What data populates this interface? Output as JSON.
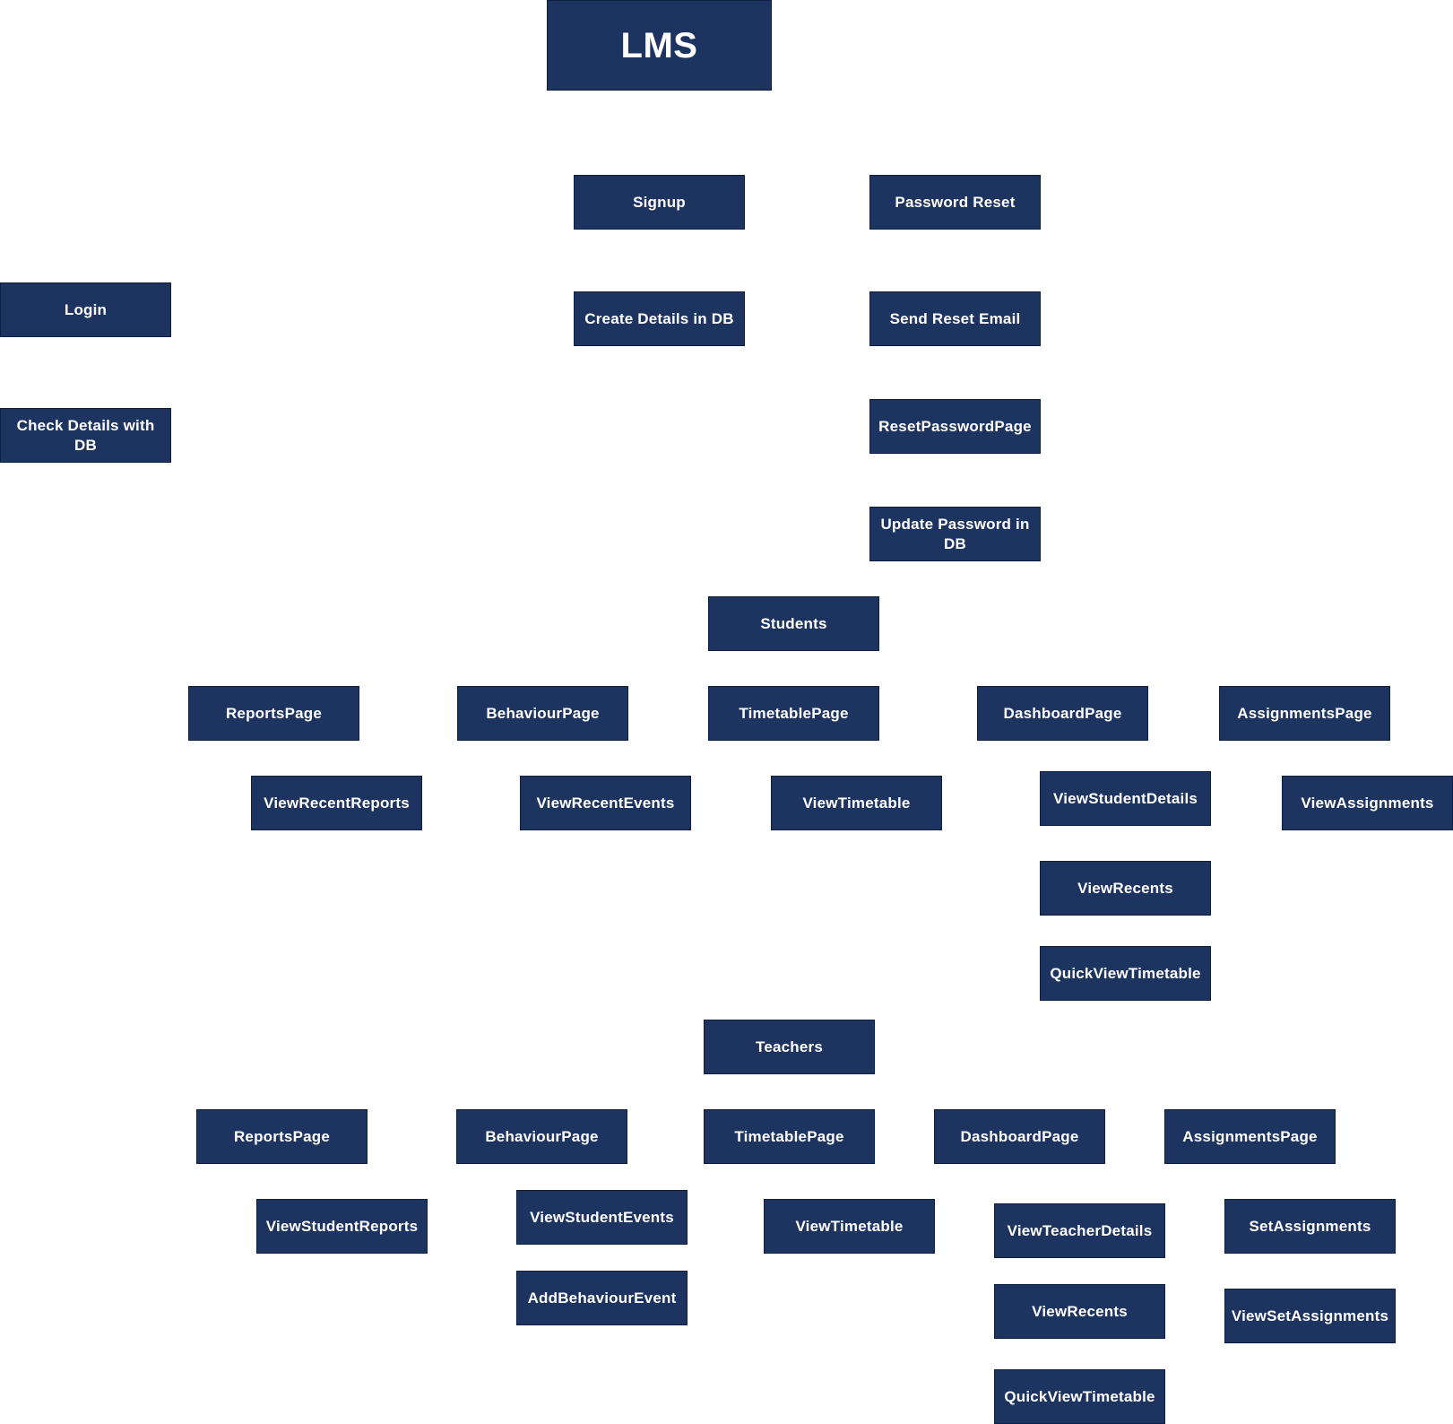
{
  "colors": {
    "node_fill": "#1d3461",
    "node_text": "#ffffff",
    "background": "#ffffff"
  },
  "root": {
    "label": "LMS"
  },
  "auth": {
    "signup": "Signup",
    "create_details": "Create Details in DB",
    "password_reset": "Password Reset",
    "send_reset_email": "Send Reset Email",
    "reset_password_page": "ResetPasswordPage",
    "update_password": "Update Password in DB",
    "login": "Login",
    "check_details": "Check Details with DB"
  },
  "students": {
    "label": "Students",
    "reports_page": "ReportsPage",
    "view_recent_reports": "ViewRecentReports",
    "behaviour_page": "BehaviourPage",
    "view_recent_events": "ViewRecentEvents",
    "timetable_page": "TimetablePage",
    "view_timetable": "ViewTimetable",
    "dashboard_page": "DashboardPage",
    "view_student_details": "ViewStudentDetails",
    "view_recents": "ViewRecents",
    "quick_view_timetable": "QuickViewTimetable",
    "assignments_page": "AssignmentsPage",
    "view_assignments": "ViewAssignments"
  },
  "teachers": {
    "label": "Teachers",
    "reports_page": "ReportsPage",
    "view_student_reports": "ViewStudentReports",
    "behaviour_page": "BehaviourPage",
    "view_student_events": "ViewStudentEvents",
    "add_behaviour_event": "AddBehaviourEvent",
    "timetable_page": "TimetablePage",
    "view_timetable": "ViewTimetable",
    "dashboard_page": "DashboardPage",
    "view_teacher_details": "ViewTeacherDetails",
    "view_recents": "ViewRecents",
    "quick_view_timetable": "QuickViewTimetable",
    "assignments_page": "AssignmentsPage",
    "set_assignments": "SetAssignments",
    "view_set_assignments": "ViewSetAssignments"
  }
}
